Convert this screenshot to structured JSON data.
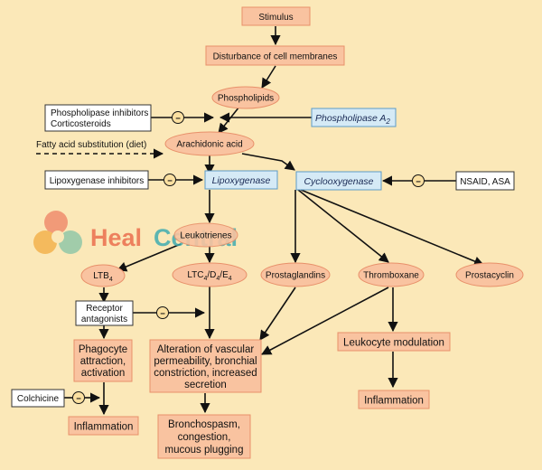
{
  "nodes": {
    "stimulus": "Stimulus",
    "disturbance": "Disturbance of cell membranes",
    "phospholipids": "Phospholipids",
    "phospholipase_inhibitors": [
      "Phospholipase inhibitors",
      "Corticosteroids"
    ],
    "phospholipase": "Phospholipase A",
    "phospholipase_sub": "2",
    "arachidonic": "Arachidonic acid",
    "fatty_acid": "Fatty acid substitution (diet)",
    "lipoxygenase_inhibitors": "Lipoxygenase inhibitors",
    "lipoxygenase": "Lipoxygenase",
    "cyclooxygenase": "Cyclooxygenase",
    "nsaid": "NSAID, ASA",
    "leukotrienes": "Leukotrienes",
    "ltb": "LTB",
    "ltb_sub": "4",
    "ltc": [
      "LTC",
      "4",
      "/D",
      "4",
      "/E",
      "4"
    ],
    "prostaglandins": "Prostaglandins",
    "thromboxane": "Thromboxane",
    "prostacyclin": "Prostacyclin",
    "receptor_antagonists": [
      "Receptor",
      "antagonists"
    ],
    "phagocyte": [
      "Phagocyte",
      "attraction,",
      "activation"
    ],
    "alteration": [
      "Alteration of vascular",
      "permeability, bronchial",
      "constriction, increased",
      "secretion"
    ],
    "leukocyte_modulation": "Leukocyte modulation",
    "inflammation_right": "Inflammation",
    "colchicine": "Colchicine",
    "inflammation_left": "Inflammation",
    "bronchospasm": [
      "Bronchospasm,",
      "congestion,",
      "mucous plugging"
    ],
    "inhibit_symbol": "−"
  },
  "watermark": {
    "word1": "Heal",
    "word2": "Central"
  },
  "colors": {
    "background": "#fbe8b8",
    "salmon_fill": "#f9c3a0",
    "salmon_stroke": "#e8906a",
    "enzyme_fill": "#d5eaf6",
    "enzyme_stroke": "#5d9bc7",
    "white_box_stroke": "#333333",
    "arrow": "#111111",
    "inhibitor_fill": "#fbe0a0"
  }
}
